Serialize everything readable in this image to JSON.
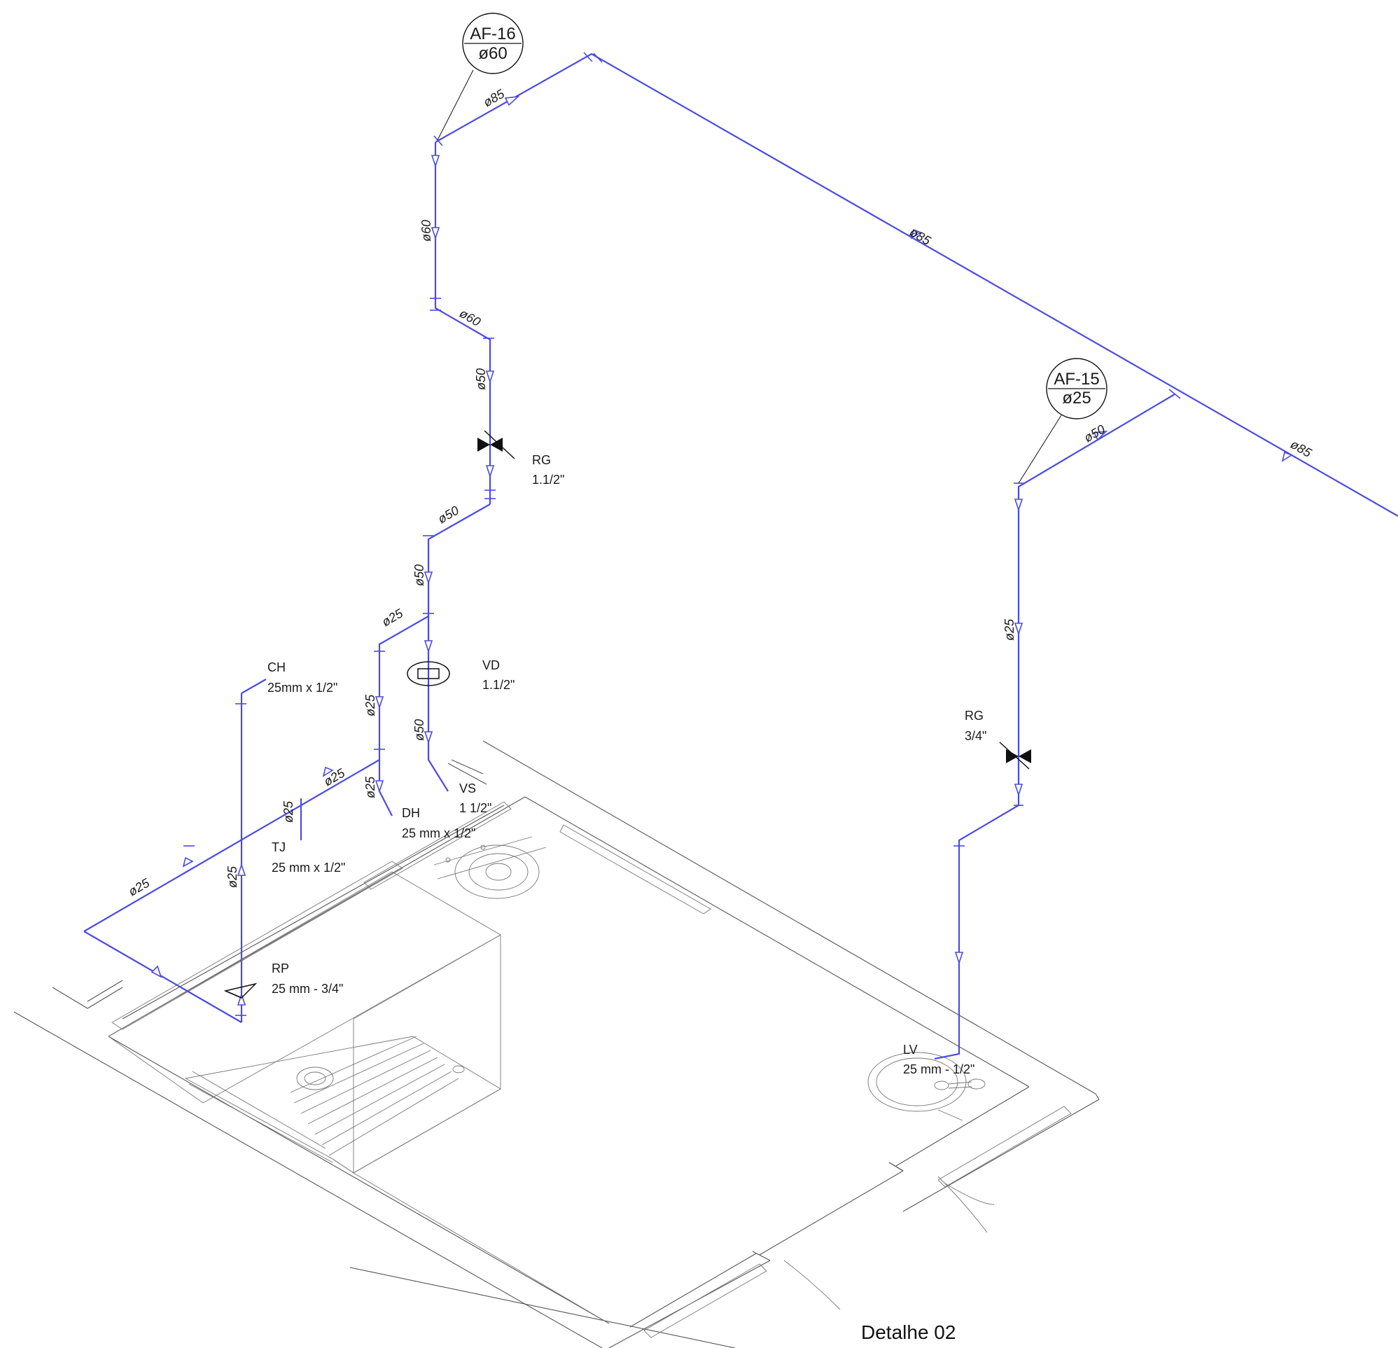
{
  "tags": [
    {
      "id": "AF-16",
      "dia": "ø60"
    },
    {
      "id": "AF-15",
      "dia": "ø25"
    }
  ],
  "pipe_labels": {
    "p85a": "ø85",
    "p85b": "ø85",
    "p85c": "ø85",
    "p60v": "ø60",
    "p60d": "ø60",
    "p50v1": "ø50",
    "p50d": "ø50",
    "p50v2": "ø50",
    "p50v3": "ø50",
    "p50af15": "ø50",
    "p25a": "ø25",
    "p25b": "ø25",
    "p25c": "ø25",
    "p25d": "ø25",
    "p25e": "ø25",
    "p25f": "ø25",
    "p25g": "ø25"
  },
  "fixtures": {
    "rg1": {
      "name": "RG",
      "size": "1.1/2\""
    },
    "vd": {
      "name": "VD",
      "size": "1.1/2\""
    },
    "vs": {
      "name": "VS",
      "size": "1 1/2\""
    },
    "ch": {
      "name": "CH",
      "size": "25mm x 1/2\""
    },
    "dh": {
      "name": "DH",
      "size": "25 mm x 1/2\""
    },
    "tj": {
      "name": "TJ",
      "size": "25 mm x 1/2\""
    },
    "rp": {
      "name": "RP",
      "size": "25 mm - 3/4\""
    },
    "rg2": {
      "name": "RG",
      "size": "3/4\""
    },
    "lv": {
      "name": "LV",
      "size": "25 mm - 1/2\""
    }
  },
  "caption": {
    "title": "Detalhe 02"
  },
  "colors": {
    "pipe": "#4a4ae6",
    "architecture": "#555555"
  }
}
